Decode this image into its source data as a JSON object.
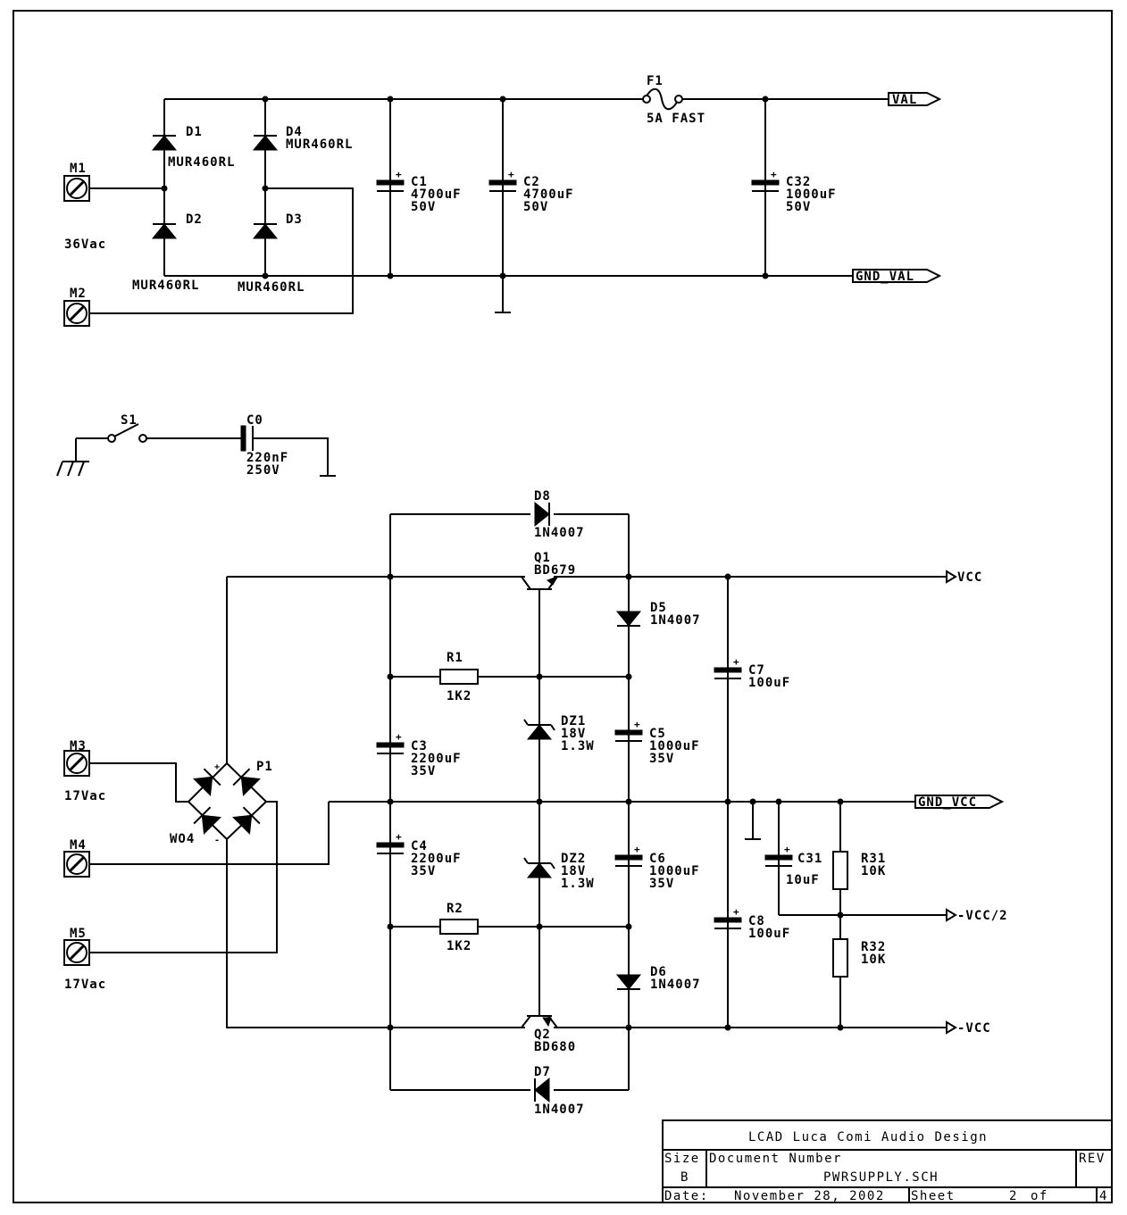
{
  "title_block": {
    "company": "LCAD Luca Comi Audio Design",
    "size_label": "Size",
    "size_value": "B",
    "docnum_label": "Document Number",
    "docnum_value": "PWRSUPPLY.SCH",
    "rev_label": "REV",
    "date_label": "Date:",
    "date_value": "November 28, 2002",
    "sheet_label": "Sheet",
    "sheet_value": "2",
    "of_label": "of",
    "sheet_total": "4"
  },
  "upper": {
    "m1": "M1",
    "m2": "M2",
    "input": "36Vac",
    "d1": "D1",
    "d1_type": "MUR460RL",
    "d2": "D2",
    "d2_type": "MUR460RL",
    "d3": "D3",
    "d3_type": "MUR460RL",
    "d4": "D4",
    "d4_type": "MUR460RL",
    "c1": "C1",
    "c1_value": "4700uF",
    "c1_voltage": "50V",
    "c2": "C2",
    "c2_value": "4700uF",
    "c2_voltage": "50V",
    "f1": "F1",
    "f1_value": "5A FAST",
    "c32": "C32",
    "c32_value": "1000uF",
    "c32_voltage": "50V",
    "net_val": "VAL",
    "net_gnd_val": "GND_VAL"
  },
  "switch": {
    "s1": "S1",
    "c0": "C0",
    "c0_value": "220nF",
    "c0_voltage": "250V"
  },
  "lower": {
    "m3": "M3",
    "m3_input": "17Vac",
    "m4": "M4",
    "m5": "M5",
    "m5_input": "17Vac",
    "p1": "P1",
    "p1_type": "WO4",
    "d8": "D8",
    "d8_type": "1N4007",
    "q1": "Q1",
    "q1_type": "BD679",
    "d5": "D5",
    "d5_type": "1N4007",
    "r1": "R1",
    "r1_value": "1K2",
    "dz1": "DZ1",
    "dz1_value": "18V",
    "dz1_power": "1.3W",
    "c3": "C3",
    "c3_value": "2200uF",
    "c3_voltage": "35V",
    "c5": "C5",
    "c5_value": "1000uF",
    "c5_voltage": "35V",
    "c7": "C7",
    "c7_value": "100uF",
    "c4": "C4",
    "c4_value": "2200uF",
    "c4_voltage": "35V",
    "dz2": "DZ2",
    "dz2_value": "18V",
    "dz2_power": "1.3W",
    "c6": "C6",
    "c6_value": "1000uF",
    "c6_voltage": "35V",
    "c31": "C31",
    "c31_value": "10uF",
    "r31": "R31",
    "r31_value": "10K",
    "r32": "R32",
    "r32_value": "10K",
    "c8": "C8",
    "c8_value": "100uF",
    "r2": "R2",
    "r2_value": "1K2",
    "d6": "D6",
    "d6_type": "1N4007",
    "q2": "Q2",
    "q2_type": "BD680",
    "d7": "D7",
    "d7_type": "1N4007",
    "net_vcc": "VCC",
    "net_gnd_vcc": "GND_VCC",
    "net_vcc_half": "-VCC/2",
    "net_minus_vcc": "-VCC"
  }
}
